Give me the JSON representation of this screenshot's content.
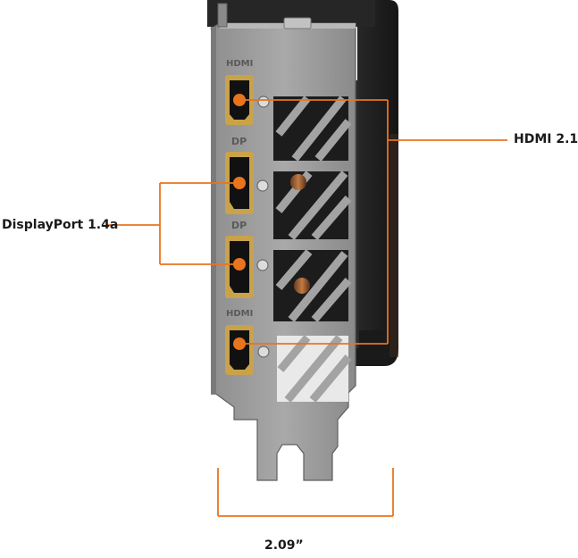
{
  "callouts": {
    "hdmi_label": "HDMI 2.1",
    "displayport_label": "DisplayPort 1.4a",
    "width_label": "2.09”"
  },
  "bracket_markings": {
    "hdmi_top": "HDMI",
    "dp_upper": "DP",
    "dp_lower": "DP",
    "hdmi_bottom": "HDMI"
  },
  "colors": {
    "accent": "#e8741e",
    "bracket": "#9a9a9a",
    "bracket_dark": "#6e6e6e",
    "shroud": "#2a2a2a",
    "port_gold": "#caa24a",
    "port_black": "#111111"
  },
  "icons": {
    "port_hole": "orange-dot-icon",
    "screw": "screw-icon"
  }
}
